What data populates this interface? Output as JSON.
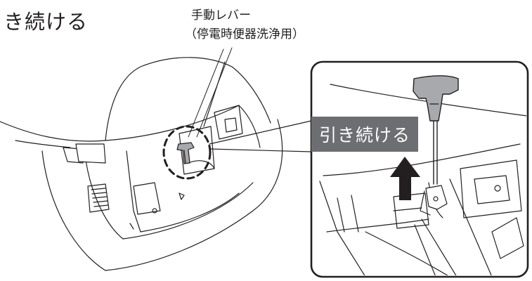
{
  "instruction": {
    "heading": "引き続ける",
    "badge": "引き続ける"
  },
  "callout": {
    "line1": "手動レバー",
    "line2": "（停電時便器洗浄用）"
  },
  "colors": {
    "line": "#231f20",
    "badge_bg": "#6d6e71",
    "arrow": "#231f20",
    "lever": "#a7a9ac"
  },
  "icons": [
    "up-arrow-icon",
    "magnify-circle-icon"
  ]
}
